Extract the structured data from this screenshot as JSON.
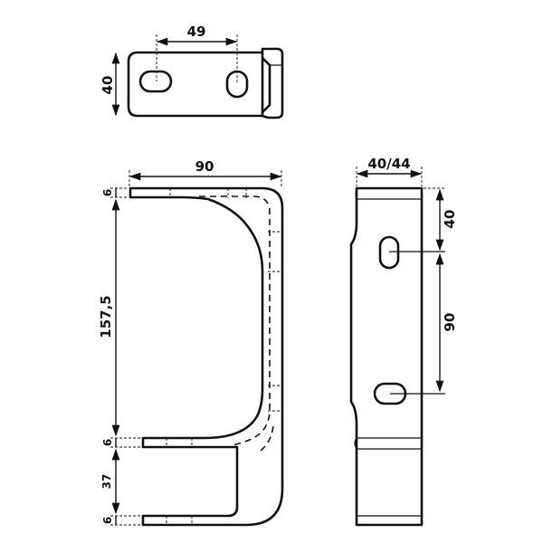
{
  "top_view": {
    "width_label": "49",
    "height_label": "40"
  },
  "front_view": {
    "width_label": "90",
    "top_flange_label": "6",
    "height_label": "157,5",
    "mid_flange_label": "6",
    "gap_label": "37",
    "bottom_flange_label": "6"
  },
  "side_view": {
    "width_label": "40/44",
    "top_offset_label": "40",
    "slot_spacing_label": "90"
  }
}
